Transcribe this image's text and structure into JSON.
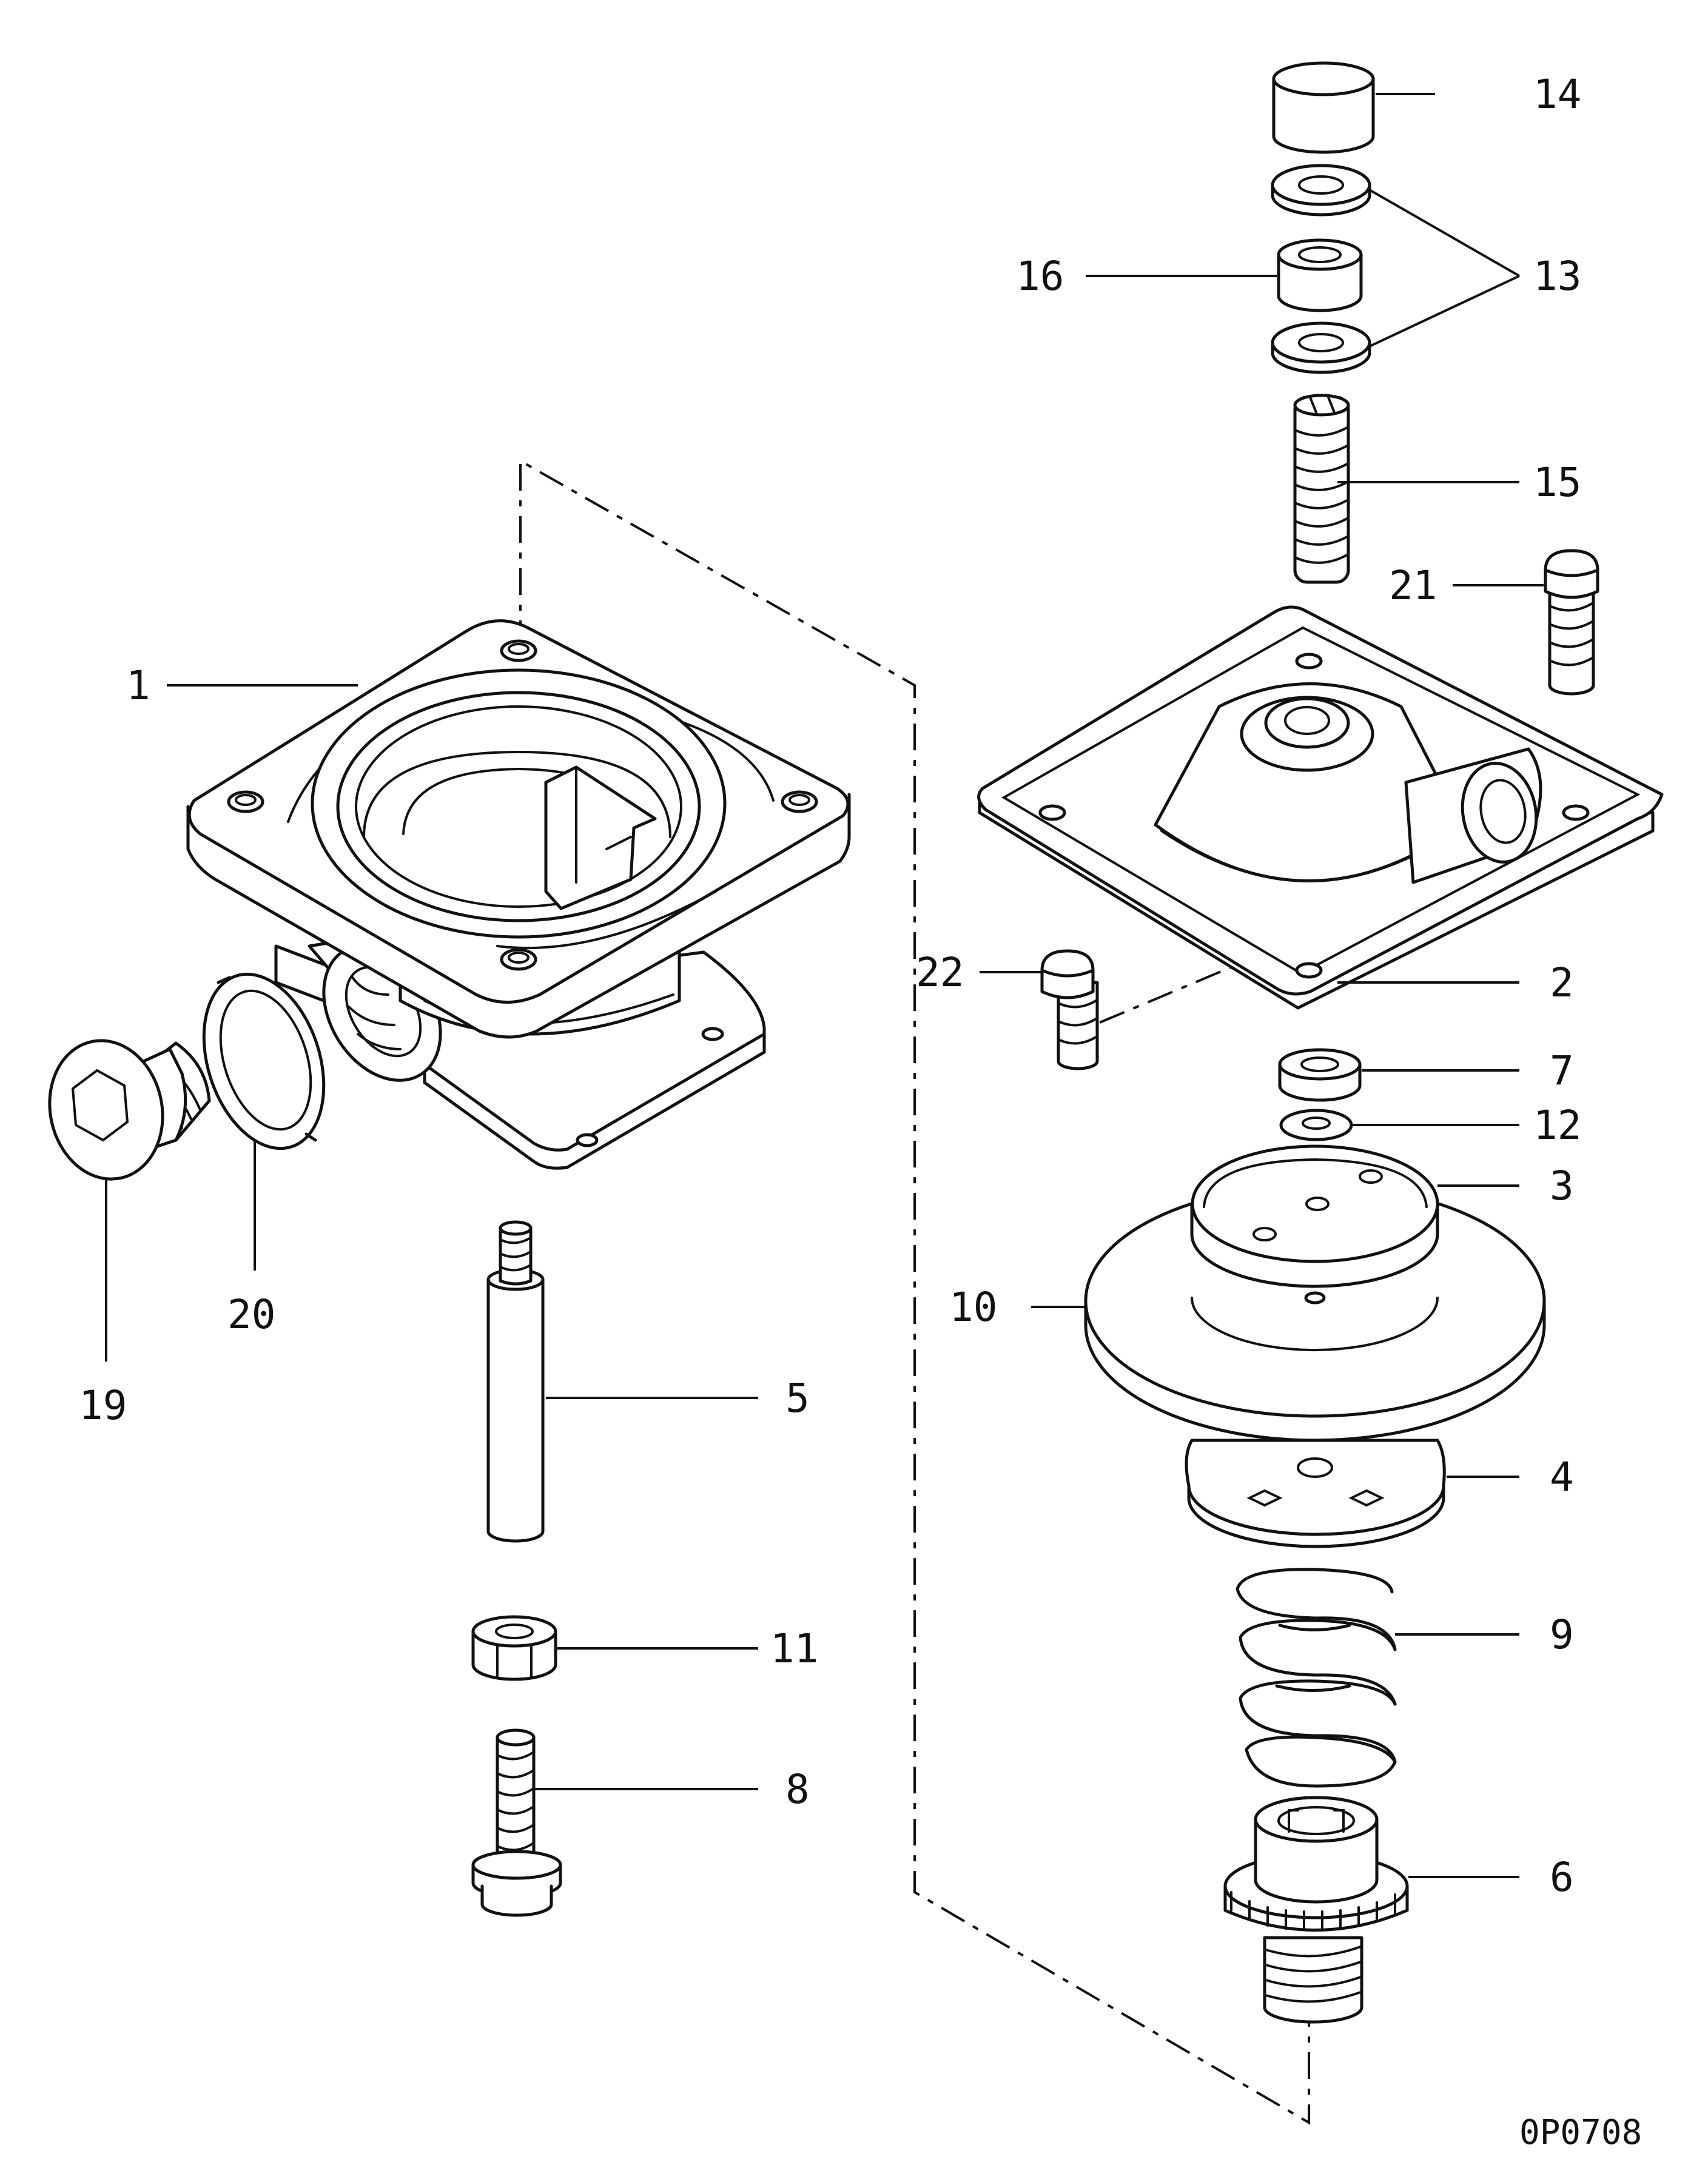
{
  "diagram": {
    "drawing_code": "0P0708",
    "callouts": {
      "c1": "1",
      "c2": "2",
      "c3": "3",
      "c4": "4",
      "c5": "5",
      "c6": "6",
      "c7": "7",
      "c8": "8",
      "c9": "9",
      "c10": "10",
      "c11": "11",
      "c12": "12",
      "c13": "13",
      "c14": "14",
      "c15": "15",
      "c16": "16",
      "c19": "19",
      "c20": "20",
      "c21": "21",
      "c22": "22"
    },
    "line_color": "#111111",
    "background": "#ffffff"
  }
}
